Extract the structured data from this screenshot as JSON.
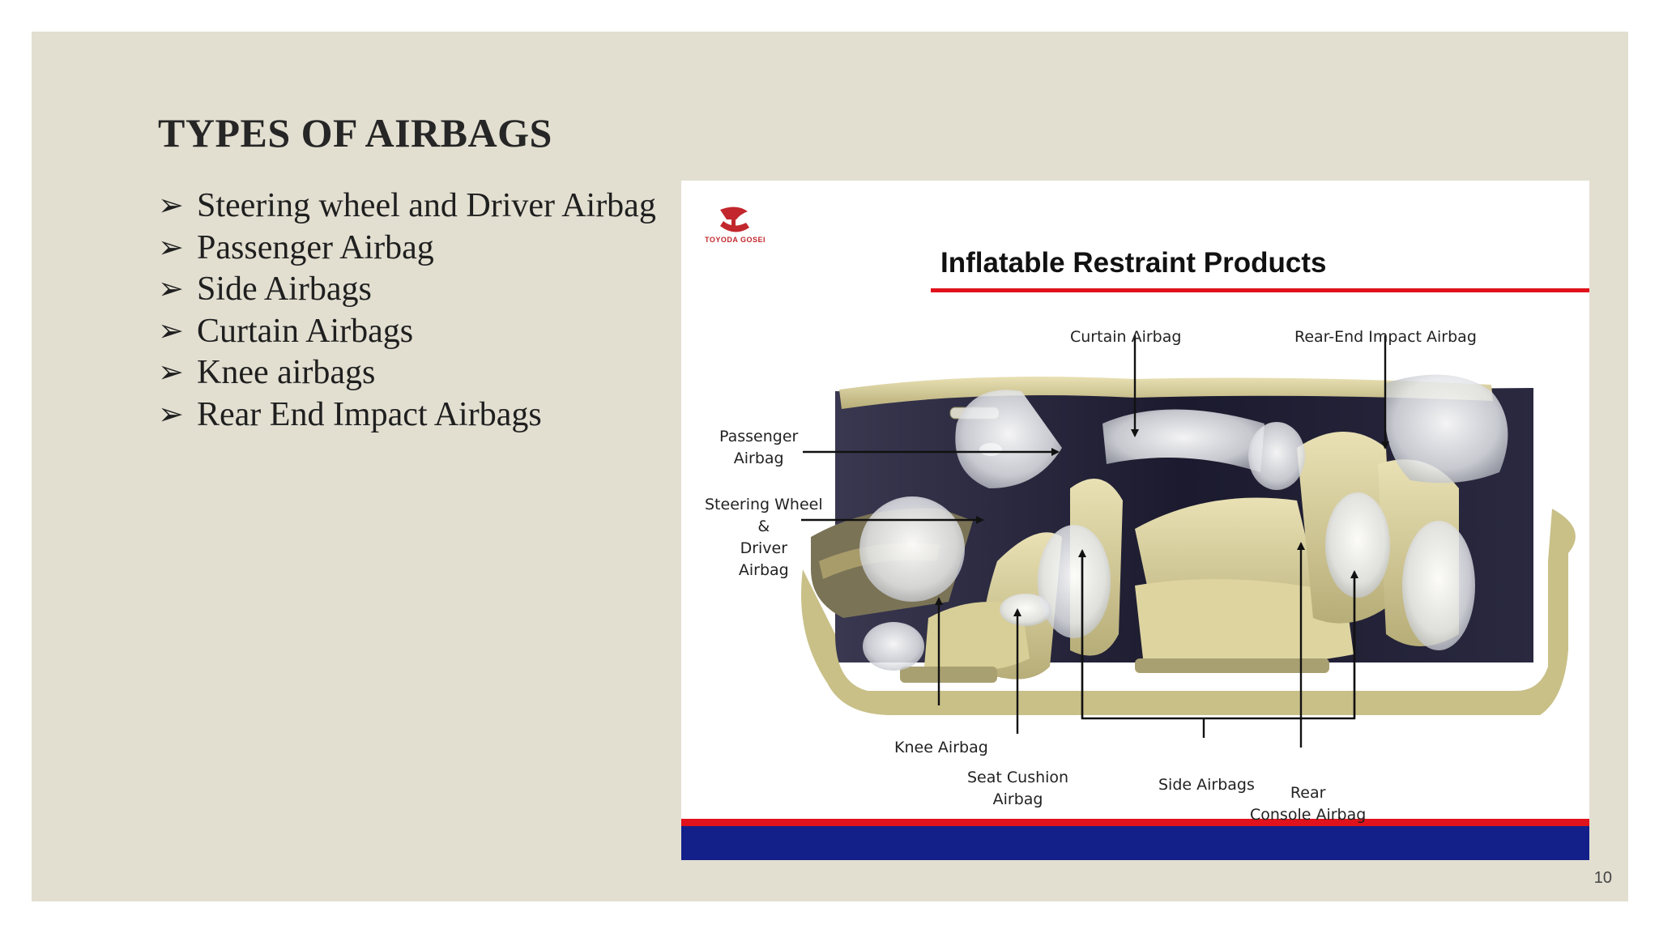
{
  "slide": {
    "title": "TYPES OF AIRBAGS",
    "bullet_marker": "➢",
    "bullets": [
      "Steering wheel and Driver Airbag",
      "Passenger Airbag",
      "Side Airbags",
      "Curtain Airbags",
      "Knee airbags",
      "Rear End Impact Airbags"
    ],
    "page_number": "10"
  },
  "figure": {
    "logo_text": "TOYODA GOSEI",
    "title": "Inflatable Restraint Products",
    "labels": {
      "curtain": "Curtain Airbag",
      "rear_end": "Rear-End Impact Airbag",
      "passenger": "Passenger\nAirbag",
      "steering": "Steering Wheel\n&\nDriver\nAirbag",
      "knee": "Knee Airbag",
      "seat_cushion": "Seat Cushion\nAirbag",
      "side": "Side Airbags",
      "rear_console": "Rear\nConsole Airbag"
    },
    "colors": {
      "accent_red": "#e0121b",
      "accent_blue": "#13208a"
    }
  }
}
